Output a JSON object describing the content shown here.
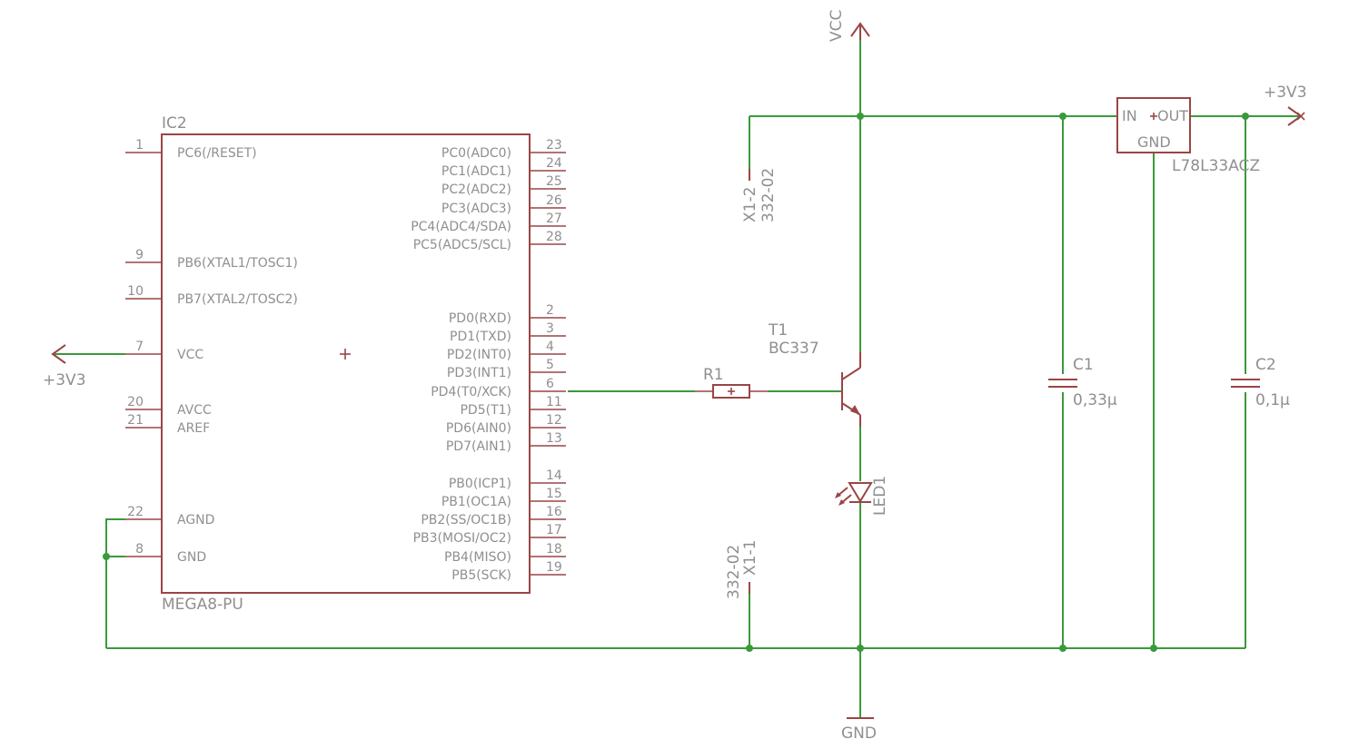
{
  "ic2": {
    "ref": "IC2",
    "value": "MEGA8-PU",
    "left_pins": [
      {
        "num": "1",
        "name": "PC6(/RESET)"
      },
      {
        "num": "9",
        "name": "PB6(XTAL1/TOSC1)"
      },
      {
        "num": "10",
        "name": "PB7(XTAL2/TOSC2)"
      },
      {
        "num": "7",
        "name": "VCC"
      },
      {
        "num": "20",
        "name": "AVCC"
      },
      {
        "num": "21",
        "name": "AREF"
      },
      {
        "num": "22",
        "name": "AGND"
      },
      {
        "num": "8",
        "name": "GND"
      }
    ],
    "right_pins": [
      {
        "num": "23",
        "name": "PC0(ADC0)"
      },
      {
        "num": "24",
        "name": "PC1(ADC1)"
      },
      {
        "num": "25",
        "name": "PC2(ADC2)"
      },
      {
        "num": "26",
        "name": "PC3(ADC3)"
      },
      {
        "num": "27",
        "name": "PC4(ADC4/SDA)"
      },
      {
        "num": "28",
        "name": "PC5(ADC5/SCL)"
      },
      {
        "num": "2",
        "name": "PD0(RXD)"
      },
      {
        "num": "3",
        "name": "PD1(TXD)"
      },
      {
        "num": "4",
        "name": "PD2(INT0)"
      },
      {
        "num": "5",
        "name": "PD3(INT1)"
      },
      {
        "num": "6",
        "name": "PD4(T0/XCK)"
      },
      {
        "num": "11",
        "name": "PD5(T1)"
      },
      {
        "num": "12",
        "name": "PD6(AIN0)"
      },
      {
        "num": "13",
        "name": "PD7(AIN1)"
      },
      {
        "num": "14",
        "name": "PB0(ICP1)"
      },
      {
        "num": "15",
        "name": "PB1(OC1A)"
      },
      {
        "num": "16",
        "name": "PB2(SS/OC1B)"
      },
      {
        "num": "17",
        "name": "PB3(MOSI/OC2)"
      },
      {
        "num": "18",
        "name": "PB4(MISO)"
      },
      {
        "num": "19",
        "name": "PB5(SCK)"
      }
    ]
  },
  "supplies": {
    "vcc": "VCC",
    "gnd": "GND",
    "v33_left": "+3V3",
    "v33_right": "+3V3"
  },
  "t1": {
    "ref": "T1",
    "value": "BC337"
  },
  "r1": {
    "ref": "R1"
  },
  "led1": {
    "ref": "LED1"
  },
  "c1": {
    "ref": "C1",
    "value": "0,33µ"
  },
  "c2": {
    "ref": "C2",
    "value": "0,1µ"
  },
  "regulator": {
    "in": "IN",
    "out": "OUT",
    "gnd": "GND",
    "value": "L78L33ACZ"
  },
  "x1_2": {
    "ref": "X1-2",
    "value": "332-02"
  },
  "x1_1": {
    "ref": "X1-1",
    "value": "332-02"
  },
  "colors": {
    "wire": "#3a9a3a",
    "symbol": "#9a4545",
    "text": "#8f8f8f"
  }
}
